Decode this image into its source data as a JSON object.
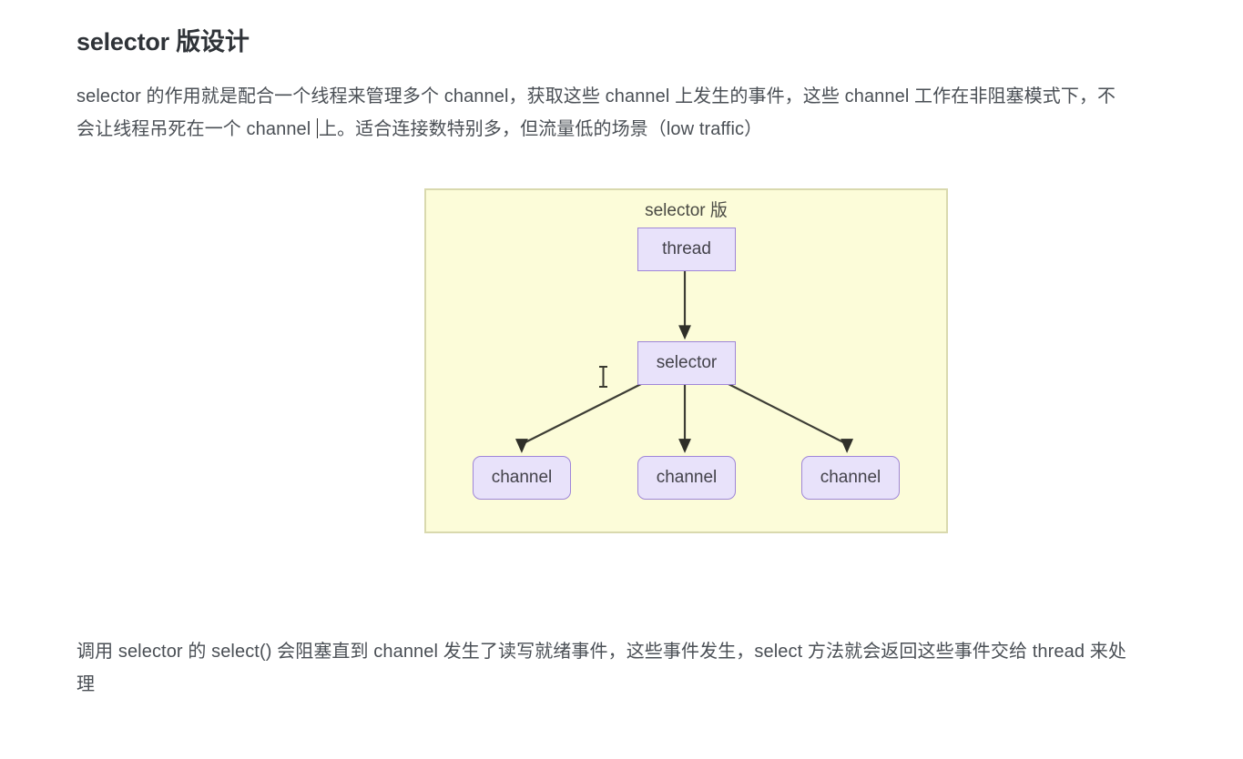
{
  "document": {
    "heading": "selector 版设计",
    "paragraph_intro_part1": "selector 的作用就是配合一个线程来管理多个 channel，获取这些 channel 上发生的事件，这些 channel 工作在非阻塞模式下，不会让线程吊死在一个 channel ",
    "paragraph_intro_part2": "上。适合连接数特别多，但流量低的场景（low traffic）",
    "paragraph_outro": "调用 selector 的 select() 会阻塞直到 channel 发生了读写就绪事件，这些事件发生，select 方法就会返回这些事件交给 thread 来处理"
  },
  "diagram": {
    "title": "selector 版",
    "nodes": {
      "thread": "thread",
      "selector": "selector",
      "channels": [
        "channel",
        "channel",
        "channel"
      ]
    },
    "colors": {
      "canvas_background": "#fcfcd9",
      "canvas_border": "#d9d9ae",
      "node_fill": "#e8e2fa",
      "node_border": "#9f86d8",
      "edge": "#3d3d35",
      "node_text": "#43424a"
    }
  },
  "cursor": {
    "type": "text-ibeam"
  }
}
